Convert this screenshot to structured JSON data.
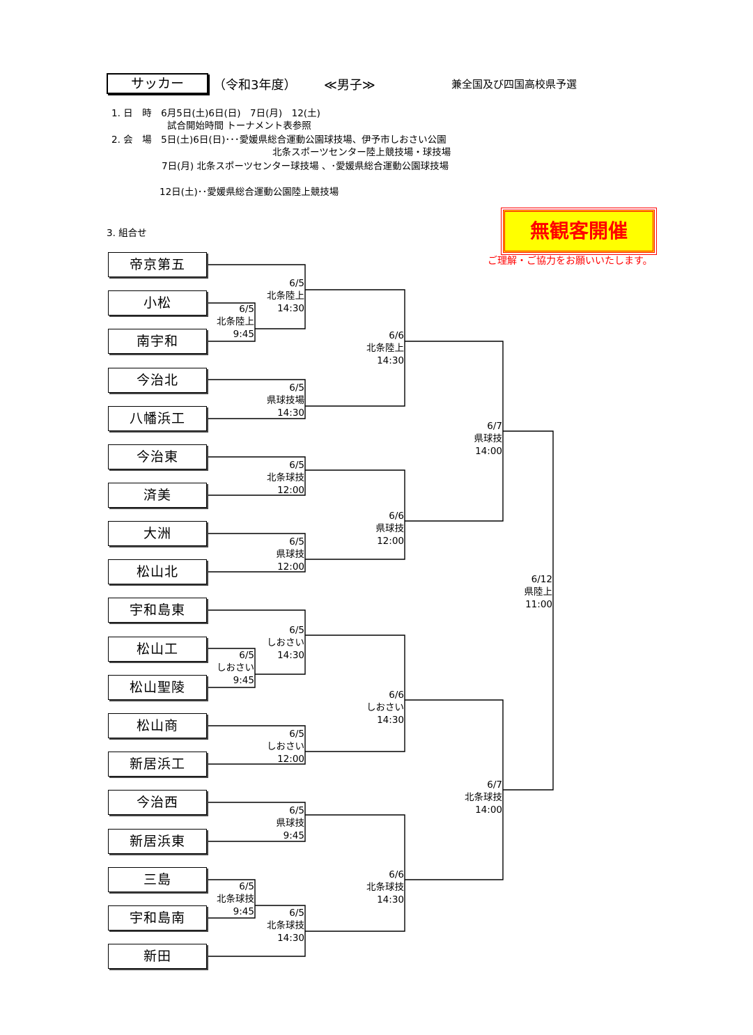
{
  "header": {
    "sport": "サッカー",
    "year": "（令和3年度）",
    "division": "≪男子≫",
    "qualifier": "兼全国及び四国高校県予選"
  },
  "info": {
    "l1": "1. 日　時　6月5日(土)6日(日)　7日(月)　12(土)",
    "l2": "試合開始時間 トーナメント表参照",
    "l3": "2. 会　場　5日(土)6日(日)･･･愛媛県総合運動公園球技場、伊予市しおさい公園",
    "l4": "北条スポーツセンター陸上競技場・球技場",
    "l5": "7日(月) 北条スポーツセンター球技場 、･愛媛県総合運動公園球技場",
    "l6": "12日(土)･･愛媛県総合運動公園陸上競技場",
    "l7": "3. 組合せ"
  },
  "notice": {
    "title": "無観客開催",
    "sub": "ご理解・ご協力をお願いいたします。"
  },
  "teams": [
    "帝京第五",
    "小松",
    "南宇和",
    "今治北",
    "八幡浜工",
    "今治東",
    "済美",
    "大洲",
    "松山北",
    "宇和島東",
    "松山工",
    "松山聖陵",
    "松山商",
    "新居浜工",
    "今治西",
    "新居浜東",
    "三島",
    "宇和島南",
    "新田"
  ],
  "matches": {
    "pre1": {
      "date": "6/5",
      "venue": "北条陸上",
      "time": "9:45"
    },
    "r1a": {
      "date": "6/5",
      "venue": "北条陸上",
      "time": "14:30"
    },
    "r1b": {
      "date": "6/5",
      "venue": "県球技場",
      "time": "14:30"
    },
    "r1c": {
      "date": "6/5",
      "venue": "北条球技",
      "time": "12:00"
    },
    "r1d": {
      "date": "6/5",
      "venue": "県球技",
      "time": "12:00"
    },
    "pre2": {
      "date": "6/5",
      "venue": "しおさい",
      "time": "9:45"
    },
    "r1e": {
      "date": "6/5",
      "venue": "しおさい",
      "time": "14:30"
    },
    "r1f": {
      "date": "6/5",
      "venue": "しおさい",
      "time": "12:00"
    },
    "r1g": {
      "date": "6/5",
      "venue": "県球技",
      "time": "9:45"
    },
    "pre3": {
      "date": "6/5",
      "venue": "北条球技",
      "time": "9:45"
    },
    "r1h": {
      "date": "6/5",
      "venue": "北条球技",
      "time": "14:30"
    },
    "r2a": {
      "date": "6/6",
      "venue": "北条陸上",
      "time": "14:30"
    },
    "r2b": {
      "date": "6/6",
      "venue": "県球技",
      "time": "12:00"
    },
    "r2c": {
      "date": "6/6",
      "venue": "しおさい",
      "time": "14:30"
    },
    "r2d": {
      "date": "6/6",
      "venue": "北条球技",
      "time": "14:30"
    },
    "sfa": {
      "date": "6/7",
      "venue": "県球技",
      "time": "14:00"
    },
    "sfb": {
      "date": "6/7",
      "venue": "北条球技",
      "time": "14:00"
    },
    "final": {
      "date": "6/12",
      "venue": "県陸上",
      "time": "11:00"
    }
  }
}
